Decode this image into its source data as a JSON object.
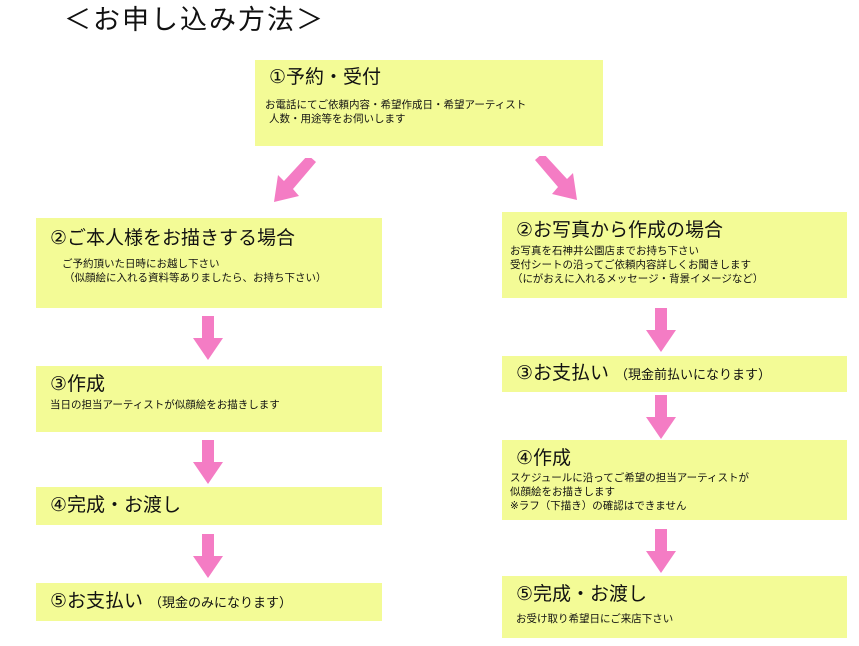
{
  "title": "＜お申し込み方法＞",
  "colors": {
    "box": "#f3fb96",
    "arrow": "#f47cc4"
  },
  "step1": {
    "heading": "①予約・受付",
    "lines": [
      "お電話にてご依頼内容・希望作成日・希望アーティスト",
      "人数・用途等をお伺いします"
    ]
  },
  "left": {
    "step2": {
      "heading": "②ご本人様をお描きする場合",
      "lines": [
        "ご予約頂いた日時にお越し下さい",
        "（似顔絵に入れる資料等ありましたら、お持ち下さい）"
      ]
    },
    "step3": {
      "heading": "③作成",
      "lines": [
        "当日の担当アーティストが似顔絵をお描きします"
      ]
    },
    "step4": {
      "heading": "④完成・お渡し"
    },
    "step5": {
      "heading": "⑤お支払い",
      "note": "（現金のみになります）"
    }
  },
  "right": {
    "step2": {
      "heading": "②お写真から作成の場合",
      "lines": [
        "お写真を石神井公園店までお持ち下さい",
        "受付シートの沿ってご依頼内容詳しくお聞きします",
        "（にがおえに入れるメッセージ・背景イメージなど）"
      ]
    },
    "step3": {
      "heading": "③お支払い",
      "note": "（現金前払いになります）"
    },
    "step4": {
      "heading": "④作成",
      "lines": [
        "スケジュールに沿ってご希望の担当アーティストが",
        "似顔絵をお描きします",
        "※ラフ（下描き）の確認はできません"
      ]
    },
    "step5": {
      "heading": "⑤完成・お渡し",
      "lines": [
        "お受け取り希望日にご来店下さい"
      ]
    }
  }
}
